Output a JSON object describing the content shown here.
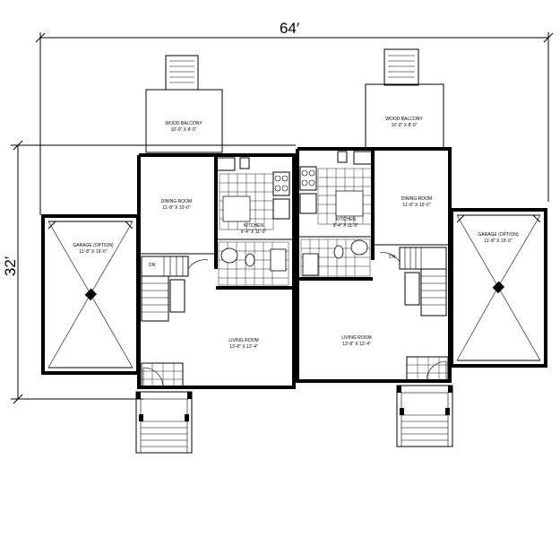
{
  "dimensions": {
    "width": "64′",
    "height": "32′"
  },
  "rooms": {
    "left": {
      "balcony": {
        "name": "WOOD BALCONY",
        "size": "10'-0\" X 8'-0\""
      },
      "dining": {
        "name": "DINING ROOM",
        "size": "11'-8\" X 10'-0\""
      },
      "kitchen": {
        "name": "KITCHEN",
        "size": "9'-4\" X 11'-0\""
      },
      "garage": {
        "name": "GARAGE (OPTION)",
        "size": "11'-8\" X 19'-0\""
      },
      "living": {
        "name": "LIVING ROOM",
        "size": "13'-8\" X 12'-4\""
      },
      "stair_mark": "DN"
    },
    "right": {
      "balcony": {
        "name": "WOOD BALCONY",
        "size": "10'-0\" X 8'-0\""
      },
      "dining": {
        "name": "DINING ROOM",
        "size": "11'-8\" X 10'-0\""
      },
      "kitchen": {
        "name": "KITCHEN",
        "size": "9'-4\" X 11'-0\""
      },
      "garage": {
        "name": "GARAGE (OPTION)",
        "size": "11'-8\" X 19'-0\""
      },
      "living": {
        "name": "LIVING ROOM",
        "size": "13'-8\" X 12'-4\""
      },
      "stair_mark": "DN"
    }
  }
}
